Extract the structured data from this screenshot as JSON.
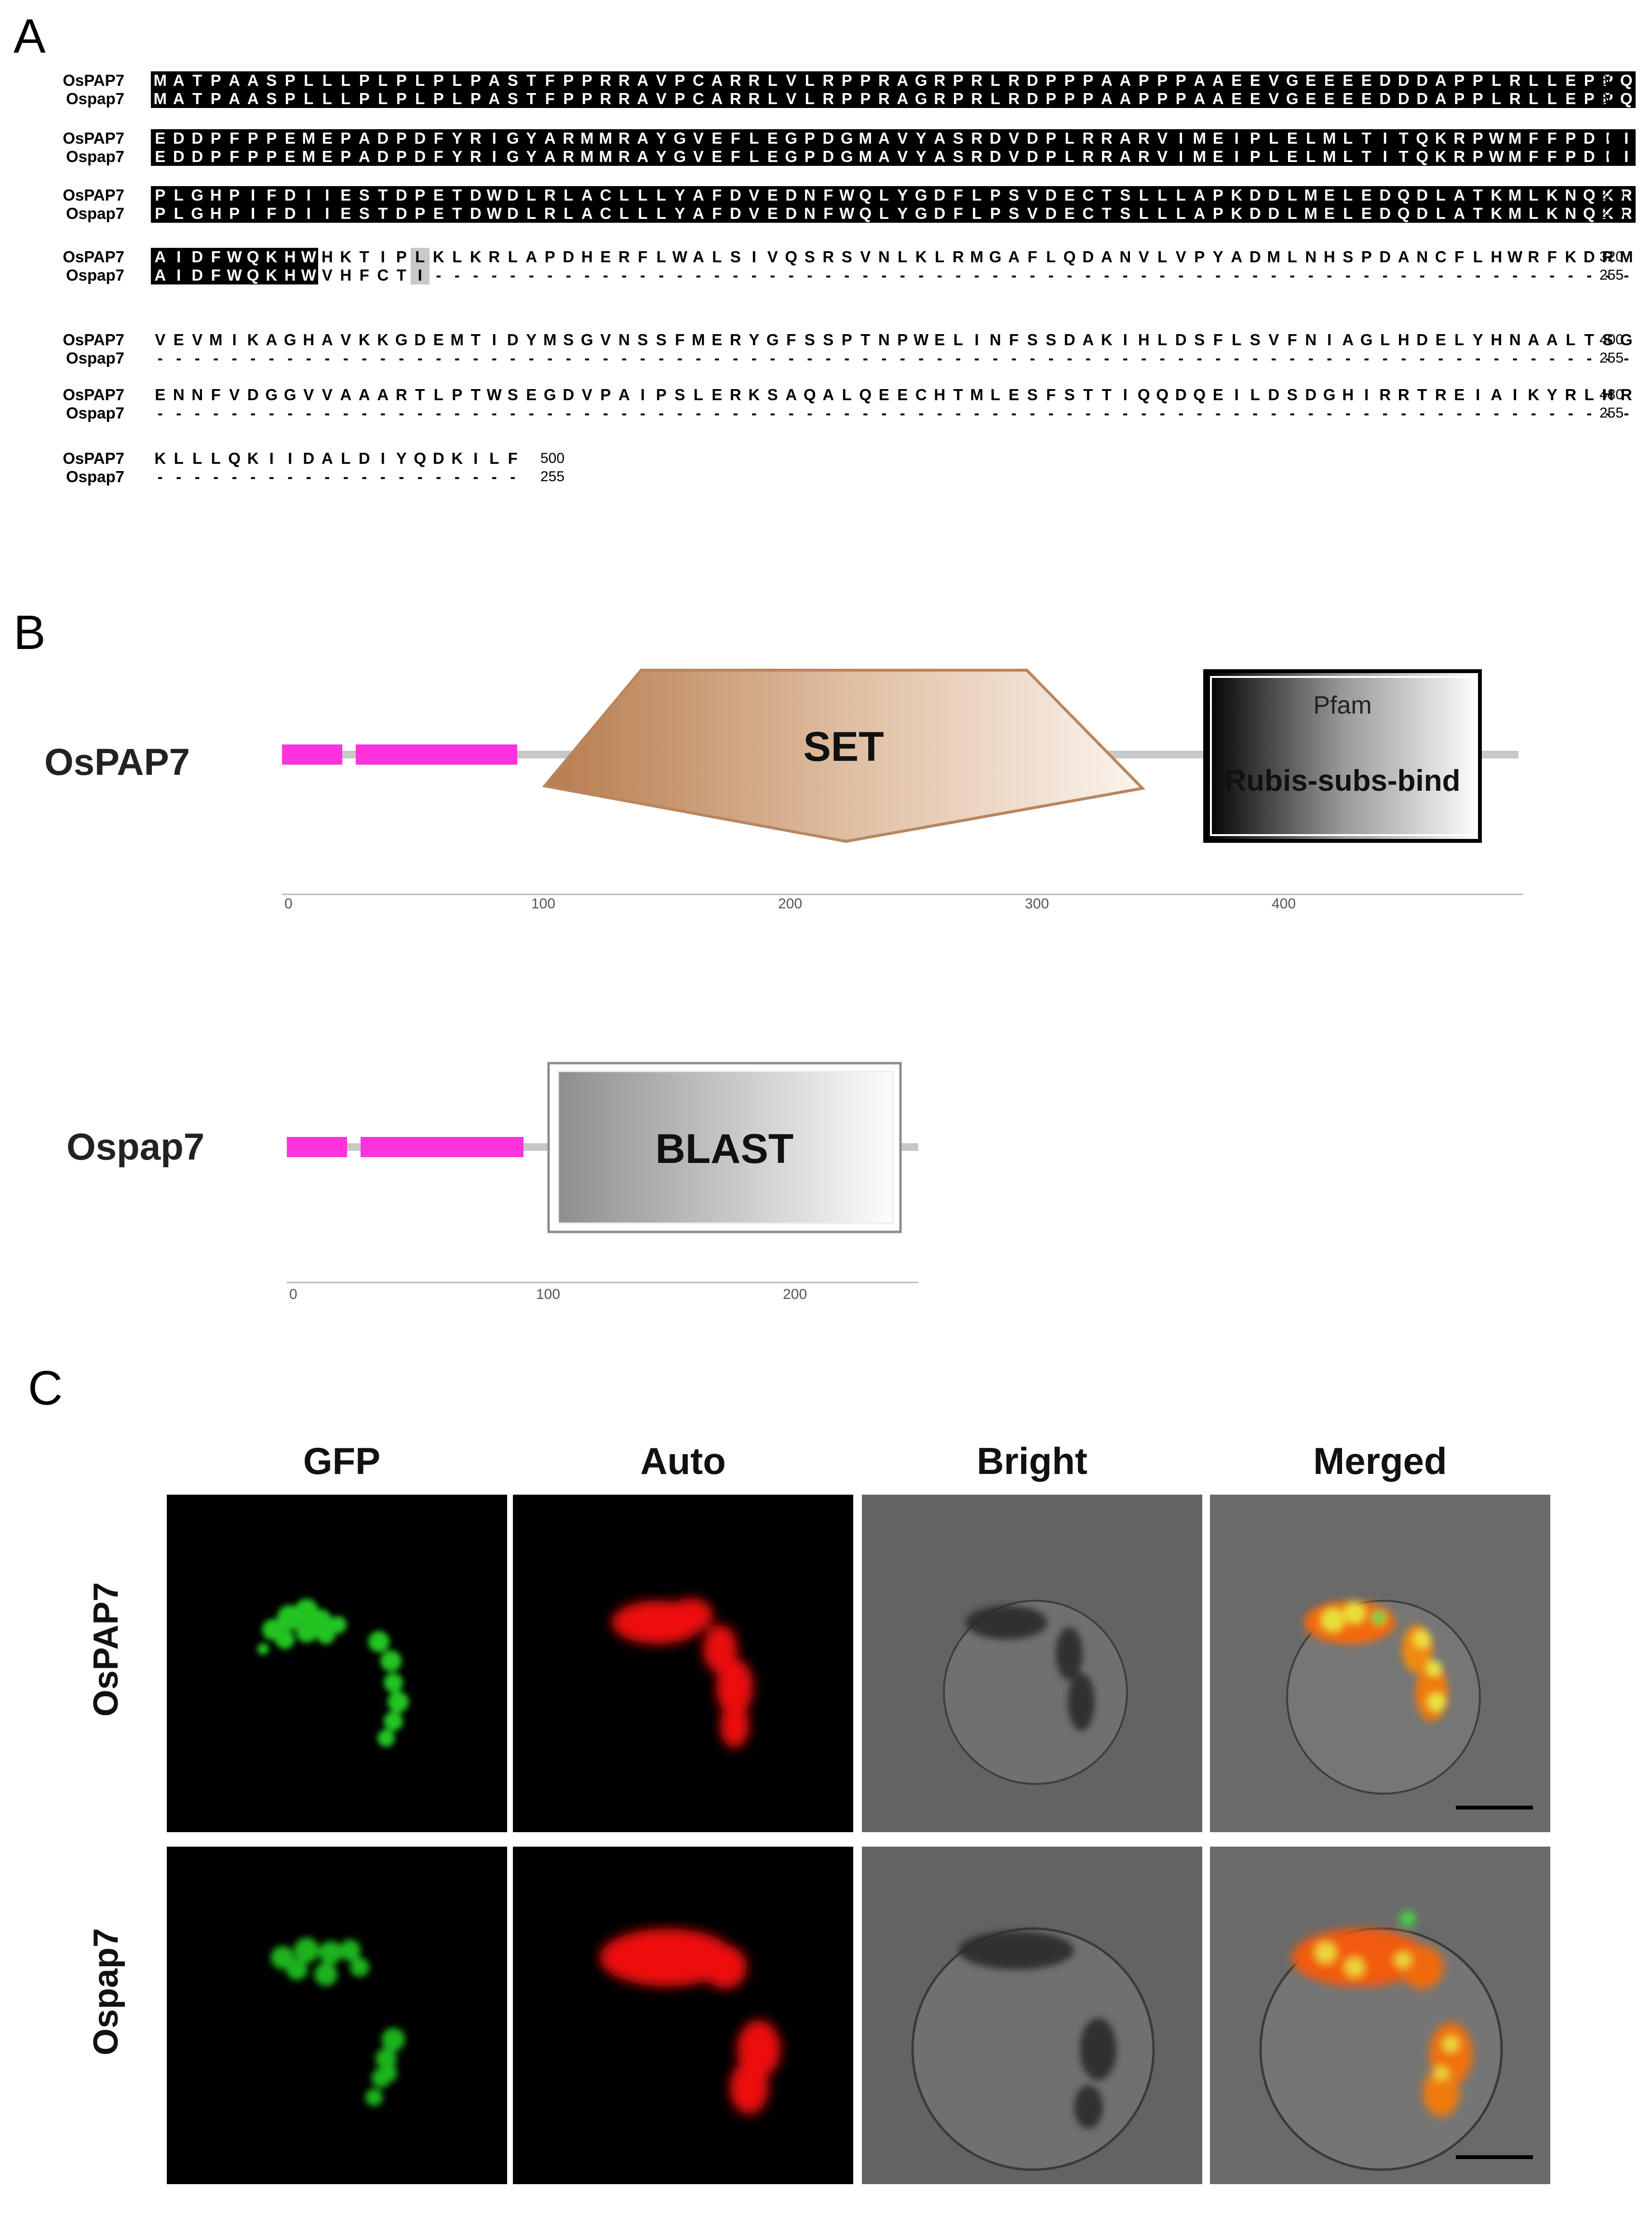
{
  "panels": {
    "a_label": "A",
    "b_label": "B",
    "c_label": "C"
  },
  "alignment": {
    "blocks": [
      {
        "rows": [
          {
            "name": "OsPAP7",
            "seq": "MATPAASPLLLPLPLPLPASTFPPRRAVPCARRLVLRPPRAGRPRLRDPPPAAPPPAAEEVGEEEEDDDAPPLRLLEPPQ",
            "num": "80"
          },
          {
            "name": "Ospap7",
            "seq": "MATPAASPLLLPLPLPLPASTFPPRRAVPCARRLVLRPPRAGRPRLRDPPPAAPPPAAEEVGEEEEDDDAPPLRLLEPPQ",
            "num": "80"
          }
        ],
        "id_len": 80,
        "sim_pos": []
      },
      {
        "rows": [
          {
            "name": "OsPAP7",
            "seq": "EDDPFPPEMEPADPDFYRIGYARMMRAYGVEFLEGPDGMAVYASRDVDPLRRARVIMEIPLELMLTITQKRPWMFFPDII",
            "num": "160"
          },
          {
            "name": "Ospap7",
            "seq": "EDDPFPPEMEPADPDFYRIGYARMMRAYGVEFLEGPDGMAVYASRDVDPLRRARVIMEIPLELMLTITQKRPWMFFPDII",
            "num": "160"
          }
        ],
        "id_len": 80,
        "sim_pos": []
      },
      {
        "rows": [
          {
            "name": "OsPAP7",
            "seq": "PLGHPIFDIIESTDPETDWDLRLACLLLYAFDVEDNFWQLYGDFLPSVDECTSLLLAPKDDLMELEDQDLATKMLKNQKR",
            "num": "240"
          },
          {
            "name": "Ospap7",
            "seq": "PLGHPIFDIIESTDPETDWDLRLACLLLYAFDVEDNFWQLYGDFLPSVDECTSLLLAPKDDLMELEDQDLATKMLKNQKR",
            "num": "240"
          }
        ],
        "id_len": 80,
        "sim_pos": []
      },
      {
        "rows": [
          {
            "name": "OsPAP7",
            "seq": "AIDFWQKHWHKTIPLKLKRLAPDHERFLWALSIVQSRSVNLKLRMGAFLQDANVLVPYADMLNHSPDANCFLHWRFKDRM",
            "num": "320"
          },
          {
            "name": "Ospap7",
            "seq": "AIDFWQKHWVHFCTI-----------------------------------------------------------------",
            "num": "255"
          }
        ],
        "id_len": 9,
        "sim_pos": [
          14
        ]
      },
      {
        "rows": [
          {
            "name": "OsPAP7",
            "seq": "VEVMIKAGHAVKKGDEMTIDYMSGVNSSFMERYGFSSPTNPWELINFSSDAKIHLDSFLSVFNIAGLHDELYHNAALTSG",
            "num": "400"
          },
          {
            "name": "Ospap7",
            "seq": "--------------------------------------------------------------------------------",
            "num": "255"
          }
        ],
        "id_len": 0,
        "sim_pos": []
      },
      {
        "rows": [
          {
            "name": "OsPAP7",
            "seq": "ENNFVDGGVVAAARTLPTWSEGDVPAIPSLERKSAQALQEECHTMLESFSTTIQQDQEILDSDGHIRRTREIAIKYRLHR",
            "num": "480"
          },
          {
            "name": "Ospap7",
            "seq": "--------------------------------------------------------------------------------",
            "num": "255"
          }
        ],
        "id_len": 0,
        "sim_pos": []
      },
      {
        "rows": [
          {
            "name": "OsPAP7",
            "seq": "KLLLQKIIDALDIYQDKILF",
            "num": "500"
          },
          {
            "name": "Ospap7",
            "seq": "--------------------",
            "num": "255"
          }
        ],
        "id_len": 0,
        "sim_pos": []
      }
    ]
  },
  "domains": {
    "ospap7_full": {
      "name": "OsPAP7",
      "set_label": "SET",
      "pfam_label": "Pfam",
      "rubis_label": "Rubis-subs-bind",
      "ticks": [
        "0",
        "100",
        "200",
        "300",
        "400"
      ]
    },
    "ospap7_trunc": {
      "name": "Ospap7",
      "blast_label": "BLAST",
      "ticks": [
        "0",
        "100",
        "200"
      ]
    },
    "colors": {
      "signal": "#ff33dd",
      "set": "#b57b4d",
      "backbone": "#c8c8c8"
    }
  },
  "microscopy": {
    "columns": [
      "GFP",
      "Auto",
      "Bright",
      "Merged"
    ],
    "rows": [
      "OsPAP7",
      "Ospap7"
    ]
  }
}
